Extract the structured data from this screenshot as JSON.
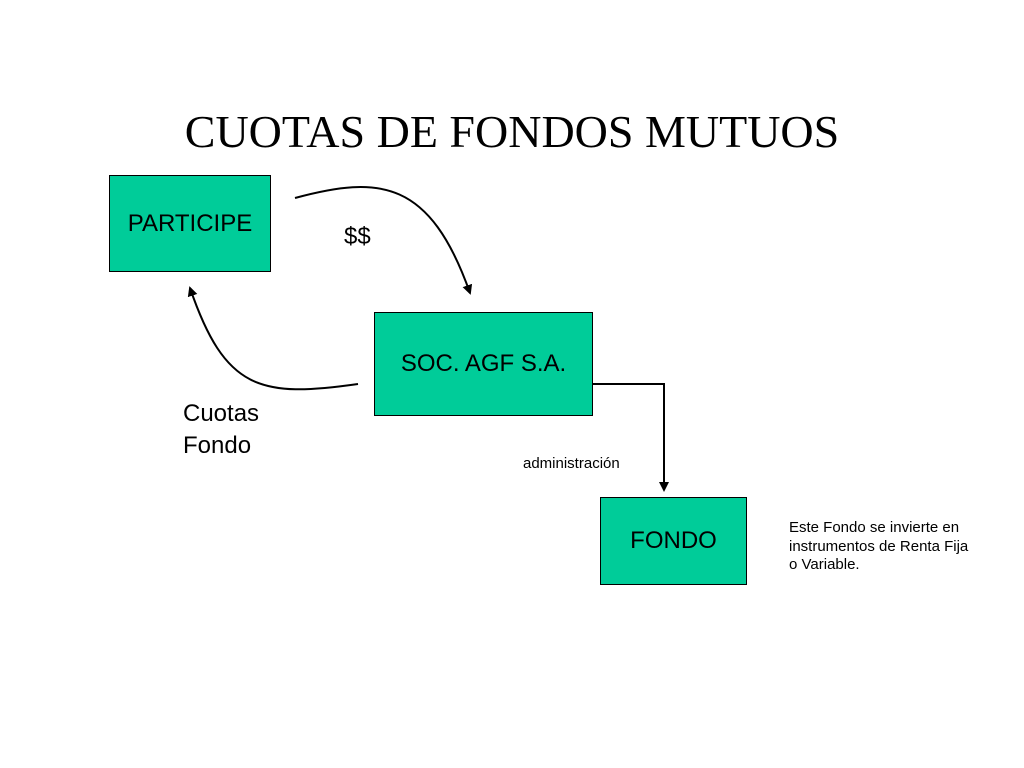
{
  "title": "CUOTAS DE FONDOS MUTUOS",
  "nodes": {
    "participe": "PARTICIPE",
    "soc_agf": "SOC. AGF S.A.",
    "fondo": "FONDO"
  },
  "edge_labels": {
    "money": "$$",
    "cuotas": "Cuotas\nFondo",
    "administracion": "administración"
  },
  "note": "Este Fondo se invierte en\ninstrumentos de Renta Fija\no Variable.",
  "colors": {
    "box_fill": "#00cc99",
    "stroke": "#000000"
  }
}
